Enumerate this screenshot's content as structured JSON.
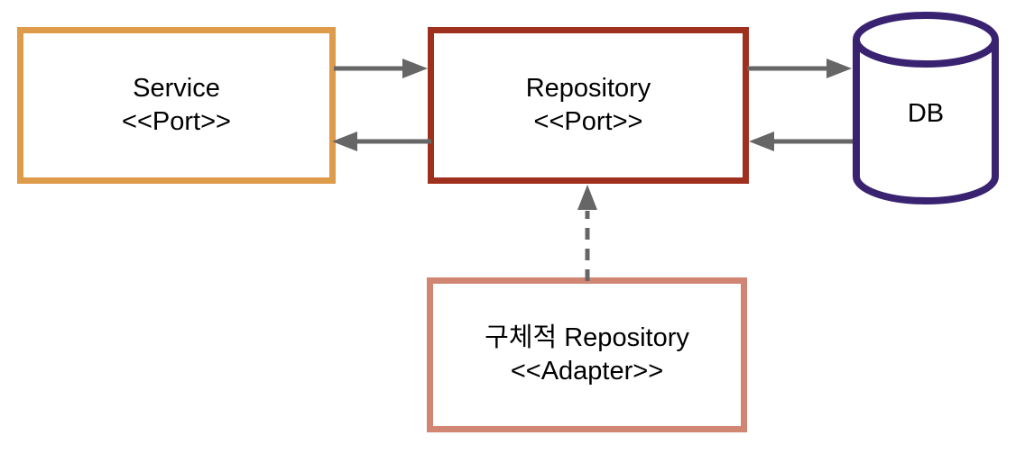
{
  "diagram": {
    "background_color": "#ffffff",
    "text_color": "#000000",
    "connector_color": "#666666",
    "nodes": {
      "service": {
        "title": "Service",
        "stereotype": "<<Port>>",
        "shape": "rectangle",
        "border_color": "#DE9B4A"
      },
      "repository": {
        "title": "Repository",
        "stereotype": "<<Port>>",
        "shape": "rectangle",
        "border_color": "#A0301E"
      },
      "db": {
        "title": "DB",
        "shape": "cylinder",
        "border_color": "#392270"
      },
      "adapter": {
        "title": "구체적 Repository",
        "stereotype": "<<Adapter>>",
        "shape": "rectangle",
        "border_color": "#D08672"
      }
    },
    "edges": [
      {
        "from": "service",
        "to": "repository",
        "style": "solid",
        "direction": "right"
      },
      {
        "from": "repository",
        "to": "service",
        "style": "solid",
        "direction": "left"
      },
      {
        "from": "repository",
        "to": "db",
        "style": "solid",
        "direction": "right"
      },
      {
        "from": "db",
        "to": "repository",
        "style": "solid",
        "direction": "left"
      },
      {
        "from": "adapter",
        "to": "repository",
        "style": "dashed",
        "direction": "up"
      }
    ]
  }
}
